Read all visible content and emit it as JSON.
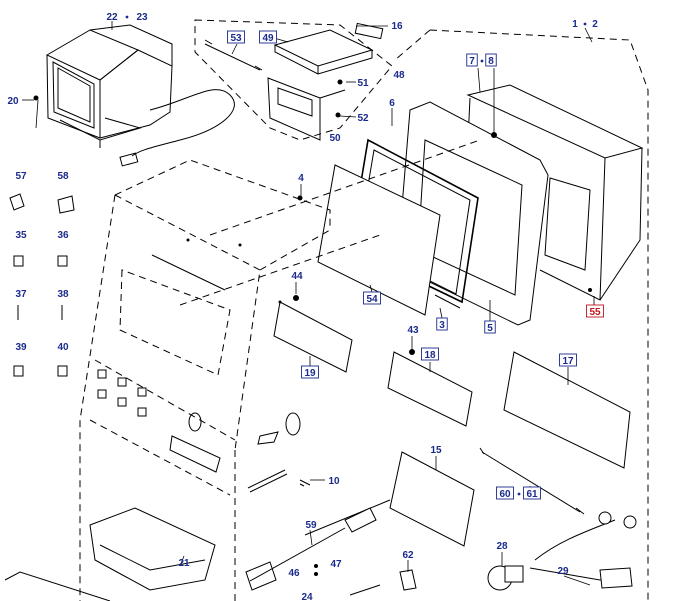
{
  "diagram": {
    "labels": [
      {
        "id": "n22",
        "text": "22",
        "boxed": false
      },
      {
        "id": "n23",
        "text": "23",
        "boxed": false
      },
      {
        "id": "n53",
        "text": "53",
        "boxed": true
      },
      {
        "id": "n49",
        "text": "49",
        "boxed": true
      },
      {
        "id": "n16",
        "text": "16",
        "boxed": false
      },
      {
        "id": "n1",
        "text": "1",
        "boxed": false
      },
      {
        "id": "n2",
        "text": "2",
        "boxed": false
      },
      {
        "id": "n48",
        "text": "48",
        "boxed": false
      },
      {
        "id": "n51",
        "text": "51",
        "boxed": false
      },
      {
        "id": "n52",
        "text": "52",
        "boxed": false
      },
      {
        "id": "n50",
        "text": "50",
        "boxed": false
      },
      {
        "id": "n7",
        "text": "7",
        "boxed": true
      },
      {
        "id": "n8",
        "text": "8",
        "boxed": true
      },
      {
        "id": "n20",
        "text": "20",
        "boxed": false
      },
      {
        "id": "n6",
        "text": "6",
        "boxed": false
      },
      {
        "id": "n57",
        "text": "57",
        "boxed": false
      },
      {
        "id": "n58",
        "text": "58",
        "boxed": false
      },
      {
        "id": "n4",
        "text": "4",
        "boxed": false
      },
      {
        "id": "n35",
        "text": "35",
        "boxed": false
      },
      {
        "id": "n36",
        "text": "36",
        "boxed": false
      },
      {
        "id": "n44",
        "text": "44",
        "boxed": false
      },
      {
        "id": "n54",
        "text": "54",
        "boxed": true
      },
      {
        "id": "n3",
        "text": "3",
        "boxed": true
      },
      {
        "id": "n5",
        "text": "5",
        "boxed": true
      },
      {
        "id": "n55",
        "text": "55",
        "boxed": true,
        "highlight": true
      },
      {
        "id": "n37",
        "text": "37",
        "boxed": false
      },
      {
        "id": "n38",
        "text": "38",
        "boxed": false
      },
      {
        "id": "n43",
        "text": "43",
        "boxed": false
      },
      {
        "id": "n18",
        "text": "18",
        "boxed": true
      },
      {
        "id": "n17",
        "text": "17",
        "boxed": true
      },
      {
        "id": "n39",
        "text": "39",
        "boxed": false
      },
      {
        "id": "n40",
        "text": "40",
        "boxed": false
      },
      {
        "id": "n19",
        "text": "19",
        "boxed": true
      },
      {
        "id": "n15",
        "text": "15",
        "boxed": false
      },
      {
        "id": "n10",
        "text": "10",
        "boxed": false
      },
      {
        "id": "n60",
        "text": "60",
        "boxed": true
      },
      {
        "id": "n61",
        "text": "61",
        "boxed": true
      },
      {
        "id": "n59",
        "text": "59",
        "boxed": false
      },
      {
        "id": "n28",
        "text": "28",
        "boxed": false
      },
      {
        "id": "n21",
        "text": "21",
        "boxed": false
      },
      {
        "id": "n62",
        "text": "62",
        "boxed": false
      },
      {
        "id": "n47",
        "text": "47",
        "boxed": false
      },
      {
        "id": "n46",
        "text": "46",
        "boxed": false
      },
      {
        "id": "n29",
        "text": "29",
        "boxed": false
      },
      {
        "id": "n24",
        "text": "24",
        "boxed": false
      }
    ]
  }
}
